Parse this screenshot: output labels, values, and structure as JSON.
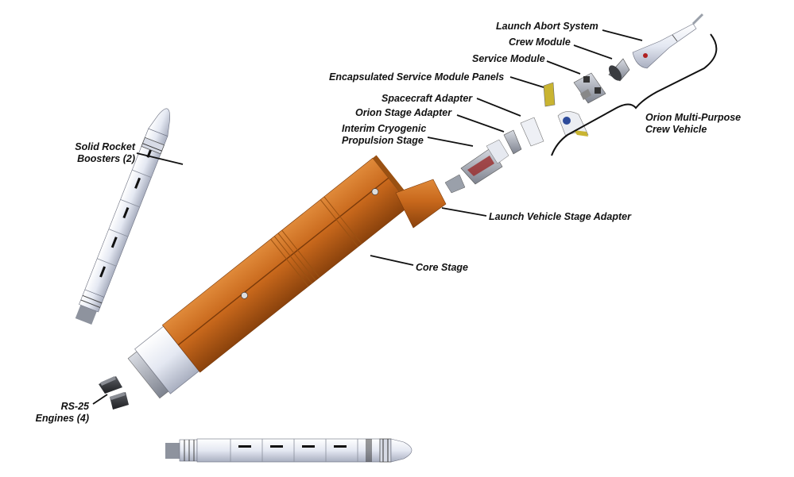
{
  "labels": {
    "launch_abort_system": "Launch Abort System",
    "crew_module": "Crew Module",
    "service_module": "Service Module",
    "esm_panels": "Encapsulated Service Module Panels",
    "spacecraft_adapter": "Spacecraft Adapter",
    "orion_stage_adapter": "Orion Stage Adapter",
    "icps_line1": "Interim Cryogenic",
    "icps_line2": "Propulsion Stage",
    "orion_mpcv_line1": "Orion Multi-Purpose",
    "orion_mpcv_line2": "Crew Vehicle",
    "srb_line1": "Solid Rocket",
    "srb_line2": "Boosters (2)",
    "lvsa": "Launch Vehicle Stage Adapter",
    "core_stage": "Core Stage",
    "rs25_line1": "RS-25",
    "rs25_line2": "Engines (4)"
  },
  "colors": {
    "core_orange": "#c8681c",
    "booster_white": "#e8ecf4",
    "leader_line": "#111111",
    "label_text": "#111111"
  }
}
